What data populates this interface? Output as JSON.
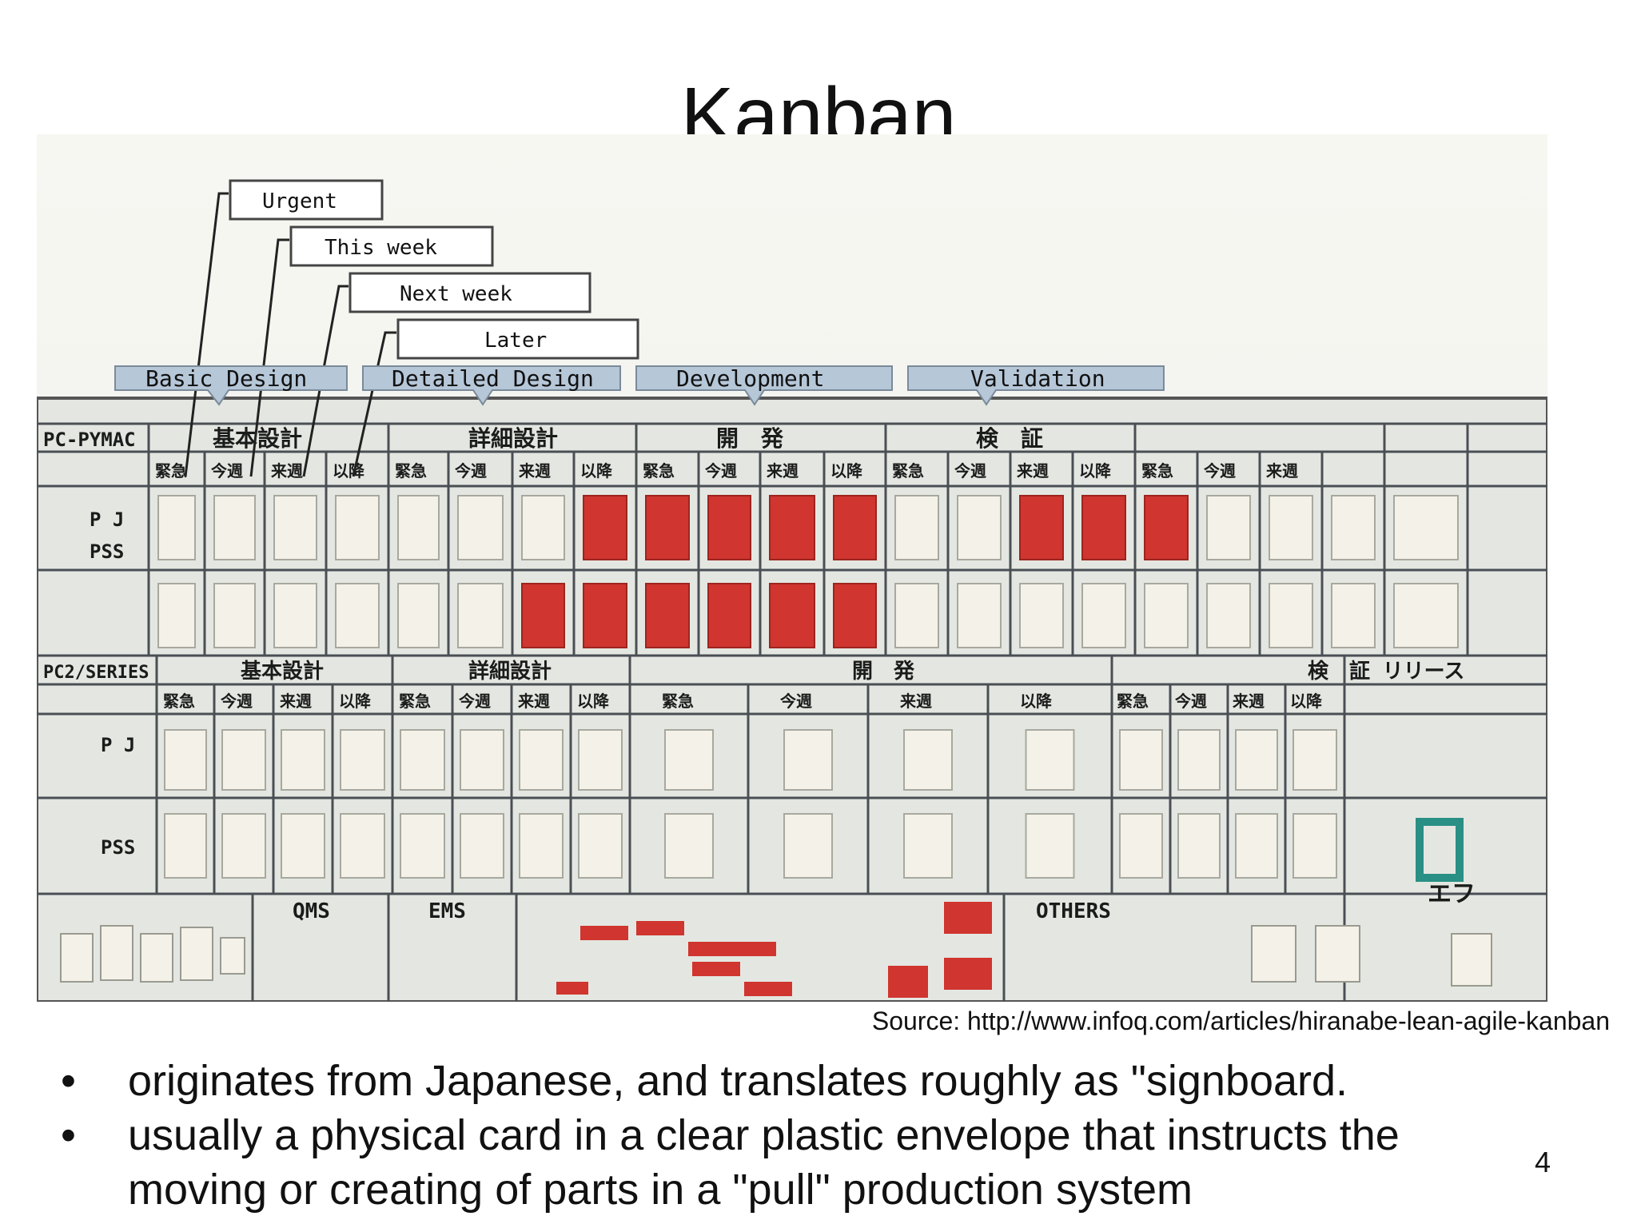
{
  "slide": {
    "title": "Kanban",
    "source": "Source: http://www.infoq.com/articles/hiranabe-lean-agile-kanban",
    "bullets": [
      "originates from Japanese, and translates roughly as \"signboard.",
      "usually a physical card in a clear plastic envelope that instructs the moving or creating of parts in a \"pull\" production system"
    ],
    "page_number": "4"
  },
  "photo": {
    "callouts": {
      "priority": [
        "Urgent",
        "This week",
        "Next week",
        "Later"
      ],
      "phases": [
        "Basic Design",
        "Detailed Design",
        "Development",
        "Validation"
      ]
    },
    "board": {
      "row_headers": {
        "pc_pymac": "PC-PYMAC",
        "pc2_series": "PC2/SERIES",
        "pj": "P J",
        "pss": "PSS"
      },
      "phase_headers_top": [
        "基本設計",
        "詳細設計",
        "開　発",
        "検　証"
      ],
      "phase_headers_bottom": [
        "基本設計",
        "詳細設計",
        "開　発",
        "検　証 リリース"
      ],
      "priority_headers": [
        "緊急",
        "今週",
        "来週",
        "以降"
      ],
      "bottom_sections": [
        "QMS",
        "EMS",
        "OTHERS",
        "エフ"
      ]
    },
    "colors": {
      "board_bg": "#e9ece6",
      "grid_line": "#4a4f55",
      "card_red": "#d0352f",
      "card_white": "#f4f2e8",
      "callout_fill": "#b6c7d8",
      "card_teal": "#2a8f85"
    }
  }
}
